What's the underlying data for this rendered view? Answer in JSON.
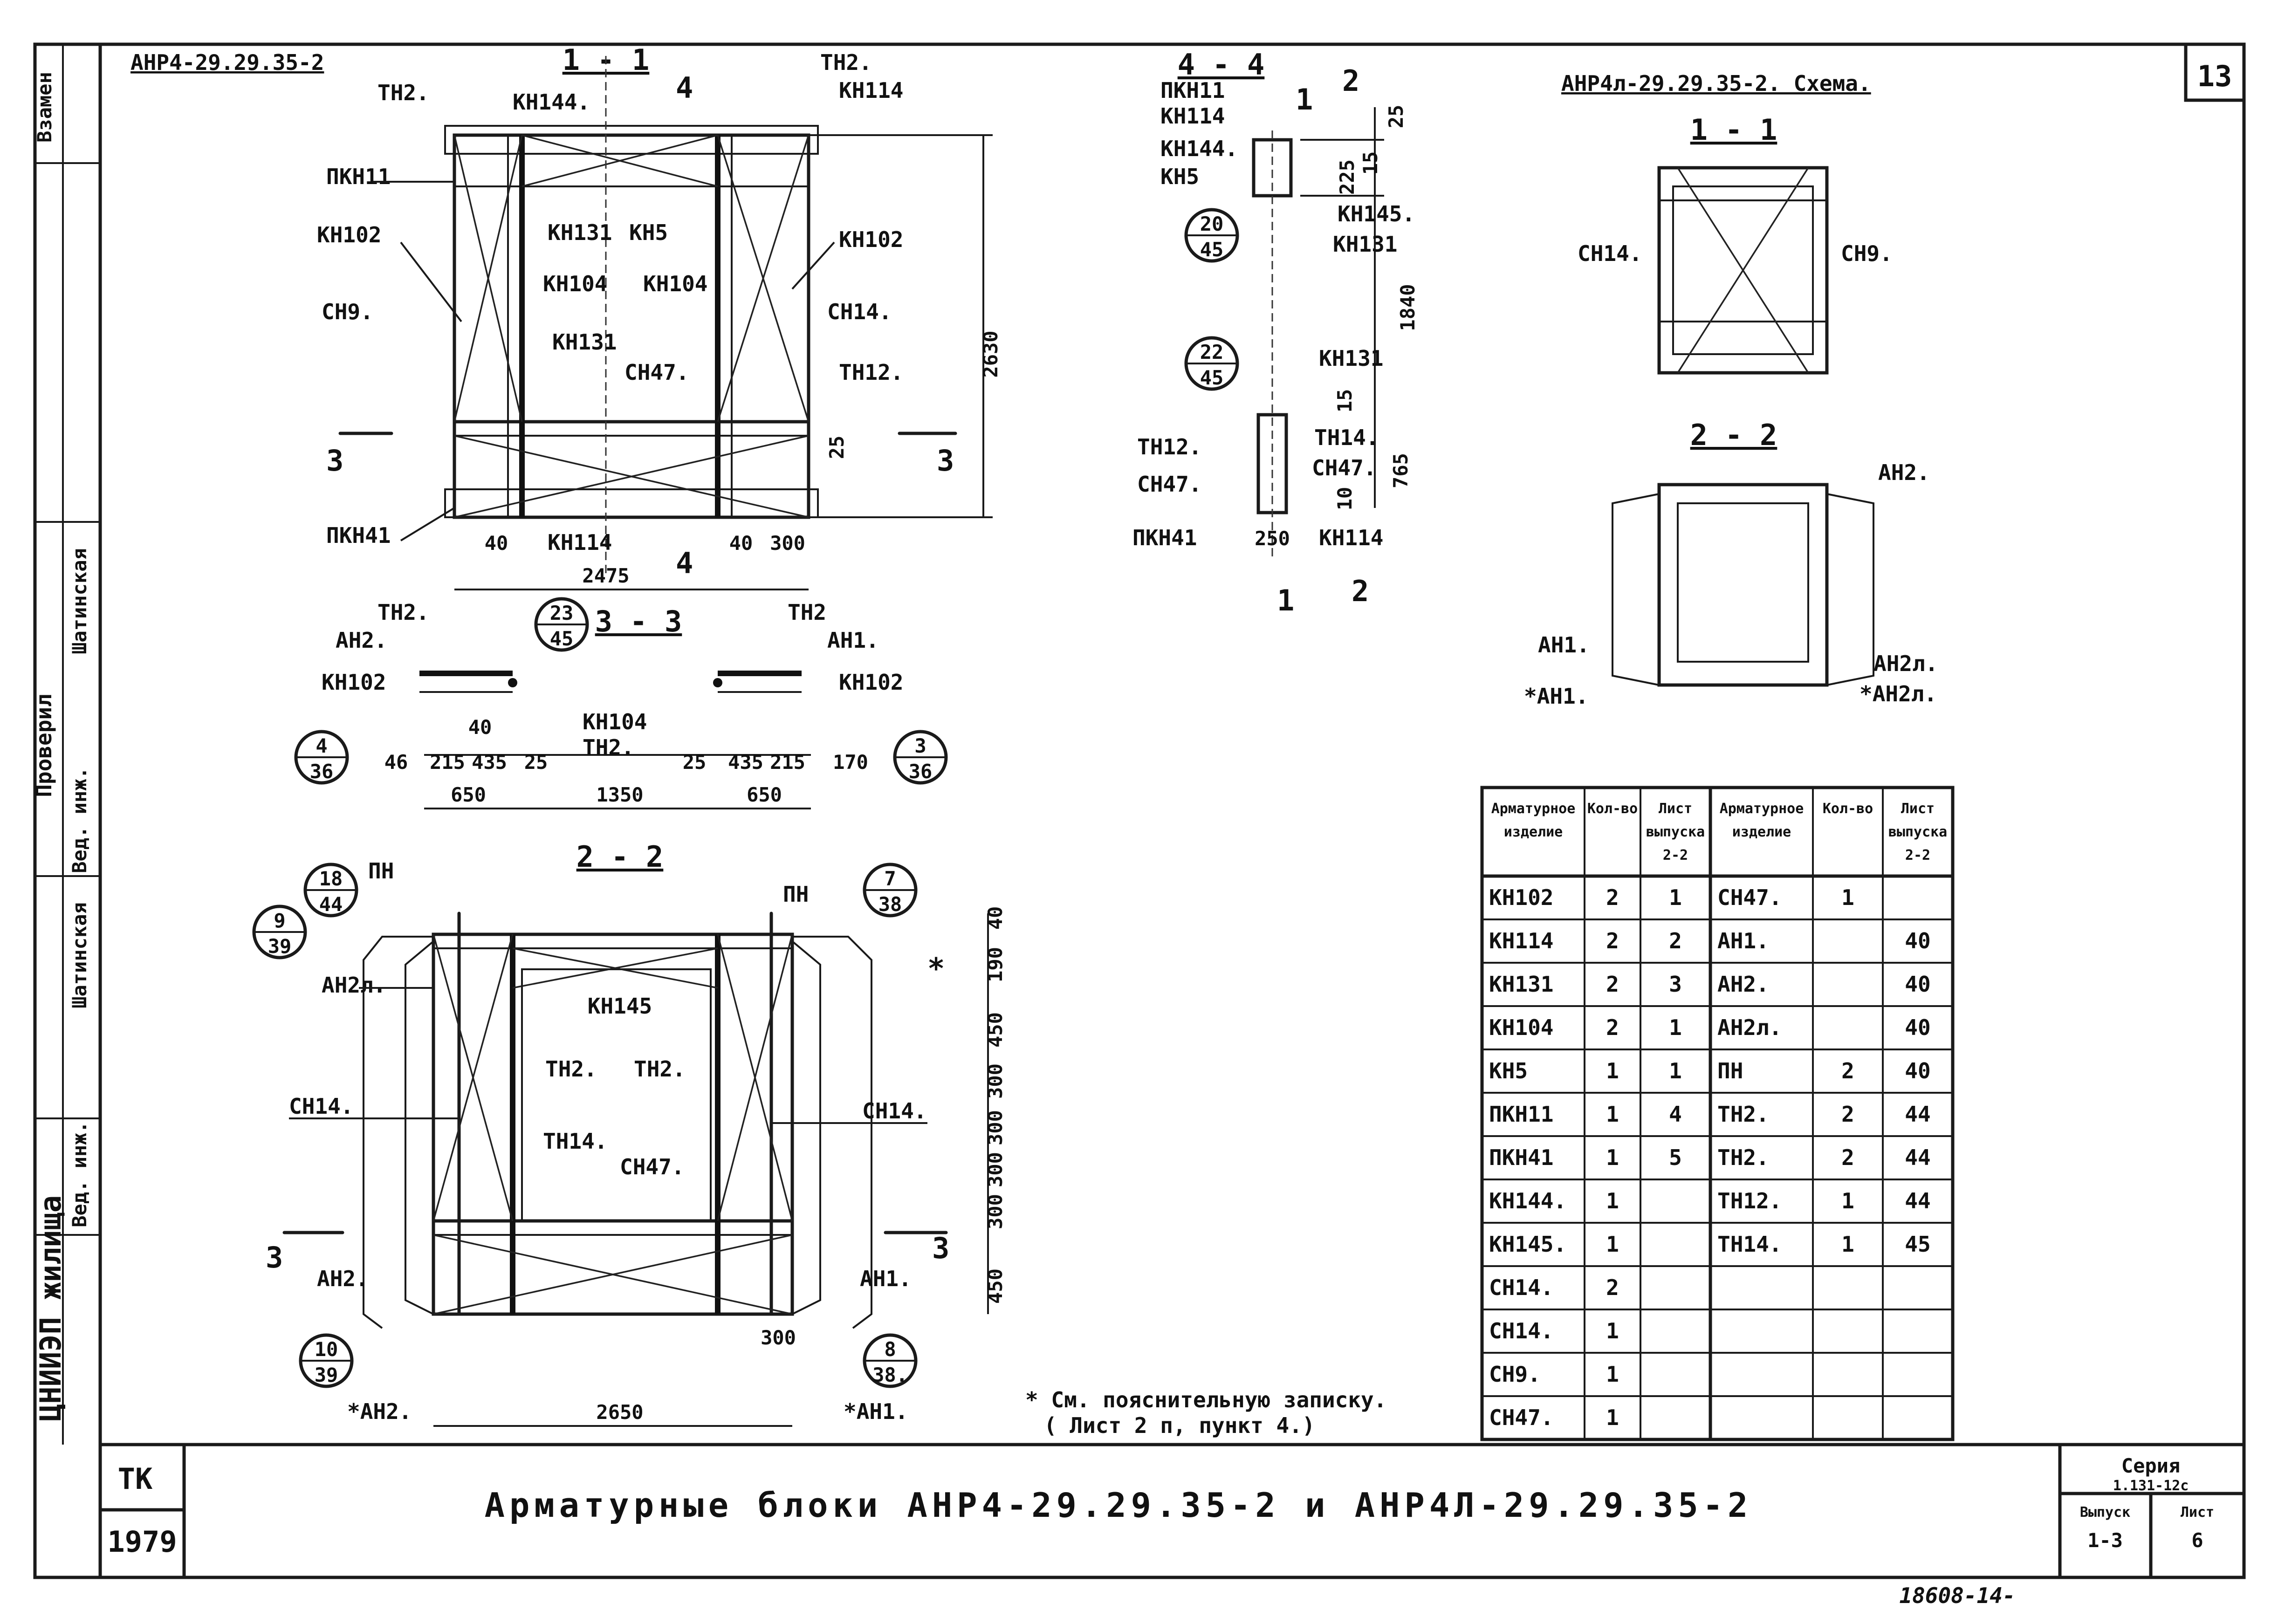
{
  "sheet": {
    "number": "13",
    "main_title": "Арматурные  блоки  АНР4-29.29.35-2  и  АНР4Л-29.29.35-2",
    "tk": "ТК",
    "year": "1979",
    "series_label": "Серия",
    "series_value": "1.131-12с",
    "issue_label": "Выпуск",
    "issue_value": "1-3",
    "sheet_label": "Лист",
    "sheet_value": "6",
    "org": "ЦНИИЭП жилища",
    "stamp_number": "18608-14-",
    "note_line1": "* См. пояснительную записку.",
    "note_line2": "( Лист 2 п,  пункт 4.)"
  },
  "side_stamp": {
    "vzamen": "Взамен",
    "proveril": "Проверил",
    "shatinskaya1": "Шатинская",
    "ved_inzh1": "Вед. инж.",
    "shatinskaya2": "Шатинская",
    "ved_inzh2": "Вед. инж."
  },
  "view_1_1": {
    "block_title": "АНР4-29.29.35-2",
    "section": "1 - 1",
    "cut_4_top": "4",
    "cut_4_bottom": "4",
    "cut_3_left": "3",
    "cut_3_right": "3",
    "labels": {
      "th2_left": "ТН2.",
      "th2_right": "ТН2.",
      "kn144": "КН144.",
      "kn114": "КН114",
      "pkn11": "ПКН11",
      "kn102_left": "КН102",
      "kn102_right": "КН102",
      "kn131_top": "КН131",
      "kn5": "КН5",
      "kn104_left": "КН104",
      "kn104_right": "КН104",
      "sn9": "СН9.",
      "sn14": "СН14.",
      "kn131_mid": "КН131",
      "sn47": "СН47.",
      "th12": "ТН12.",
      "pkn41": "ПКН41",
      "kn114_bottom": "КН114"
    },
    "dims": {
      "height": "2630",
      "d25": "25",
      "d40a": "40",
      "d40b": "40",
      "d300": "300",
      "width": "2475"
    }
  },
  "view_3_3": {
    "section": "3 - 3",
    "labels": {
      "th2_a": "ТН2.",
      "th2_b": "ТН2",
      "an2": "АН2.",
      "an1": "АН1.",
      "kn102_left": "КН102",
      "kn102_right": "КН102",
      "kn104": "КН104",
      "th2_c": "ТН2."
    },
    "bubbles": {
      "b23_top": "23",
      "b23_bot": "45",
      "b4_top": "4",
      "b4_bot": "36",
      "b3_top": "3",
      "b3_bot": "36"
    },
    "dims": {
      "d46": "46",
      "d215a": "215",
      "d435a": "435",
      "d25a": "25",
      "d40": "40",
      "d25b": "25",
      "d435b": "435",
      "d215b": "215",
      "d170": "170",
      "d650a": "650",
      "d1350": "1350",
      "d650b": "650"
    }
  },
  "view_2_2": {
    "section": "2 - 2",
    "labels": {
      "pn_left": "ПН",
      "pn_right": "ПН",
      "an2l": "АН2л.",
      "kn145": "КН145",
      "th2_a": "ТН2.",
      "th2_b": "ТН2.",
      "sn14_left": "СН14.",
      "sn14_right": "СН14.",
      "th14": "ТН14.",
      "sn47": "СН47.",
      "an2": "АН2.",
      "an1": "АН1.",
      "an2_star": "*АН2.",
      "an1_star": "*АН1.",
      "cut3_left": "3",
      "cut3_right": "3"
    },
    "bubbles": {
      "b18_top": "18",
      "b18_bot": "44",
      "b9_top": "9",
      "b9_bot": "39",
      "b7_top": "7",
      "b7_bot": "38",
      "b10_top": "10",
      "b10_bot": "39",
      "b8_top": "8",
      "b8_bot": "38."
    },
    "dims": {
      "d40": "40",
      "star": "*",
      "d190": "190",
      "d450a": "450",
      "d300a": "300",
      "d300b": "300",
      "d300c": "300",
      "d300d": "300",
      "d450b": "450",
      "d300e": "300",
      "width": "2650"
    }
  },
  "view_4_4": {
    "section": "4 - 4",
    "cut2_top": "2",
    "cut1_top": "1",
    "cut1_bottom": "1",
    "cut2_bottom": "2",
    "labels": {
      "pkn11": "ПКН11",
      "kn114": "КН114",
      "kn144": "КН144.",
      "kn5": "КН5",
      "kn145": "КН145.",
      "kn131_a": "КН131",
      "kn131_b": "КН131",
      "th12": "ТН12.",
      "th14": "ТН14.",
      "sn47_left": "СН47.",
      "sn47_right": "СН47.",
      "pkn41": "ПКН41",
      "kn114_b": "КН114"
    },
    "bubbles": {
      "b20_top": "20",
      "b20_bot": "45",
      "b22_top": "22",
      "b22_bot": "45"
    },
    "dims": {
      "d25": "25",
      "d225": "225",
      "d15a": "15",
      "d1840": "1840",
      "d15b": "15",
      "d765": "765",
      "d10": "10",
      "d250": "250"
    }
  },
  "scheme": {
    "title": "АНР4л-29.29.35-2. Схема.",
    "sec11": "1 - 1",
    "sec22": "2 - 2",
    "sn14": "СН14.",
    "sn9": "СН9.",
    "an2": "АН2.",
    "an1": "АН1.",
    "an1_star": "*АН1.",
    "an2l": "АН2л.",
    "an2l_star": "*АН2л."
  },
  "table": {
    "headers": [
      "Арматурное изделие",
      "Кол-во",
      "Лист выпуска 2-2",
      "Арматурное изделие",
      "Кол-во",
      "Лист выпуска 2-2"
    ],
    "rows": [
      [
        "КН102",
        "2",
        "1",
        "СН47.",
        "1",
        ""
      ],
      [
        "КН114",
        "2",
        "2",
        "АН1.",
        "",
        "40"
      ],
      [
        "КН131",
        "2",
        "3",
        "АН2.",
        "",
        "40"
      ],
      [
        "КН104",
        "2",
        "1",
        "АН2л.",
        "",
        "40"
      ],
      [
        "КН5",
        "1",
        "1",
        "ПН",
        "2",
        "40"
      ],
      [
        "ПКН11",
        "1",
        "4",
        "ТН2.",
        "2",
        "44"
      ],
      [
        "ПКН41",
        "1",
        "5",
        "ТН2.",
        "2",
        "44"
      ],
      [
        "КН144.",
        "1",
        "",
        "ТН12.",
        "1",
        "44"
      ],
      [
        "КН145.",
        "1",
        "",
        "ТН14.",
        "1",
        "45"
      ],
      [
        "СН14.",
        "2",
        "",
        "",
        "",
        ""
      ],
      [
        "СН14.",
        "1",
        "",
        "",
        "",
        ""
      ],
      [
        "СН9.",
        "1",
        "",
        "",
        "",
        ""
      ],
      [
        "СН47.",
        "1",
        "",
        "",
        "",
        ""
      ]
    ]
  }
}
